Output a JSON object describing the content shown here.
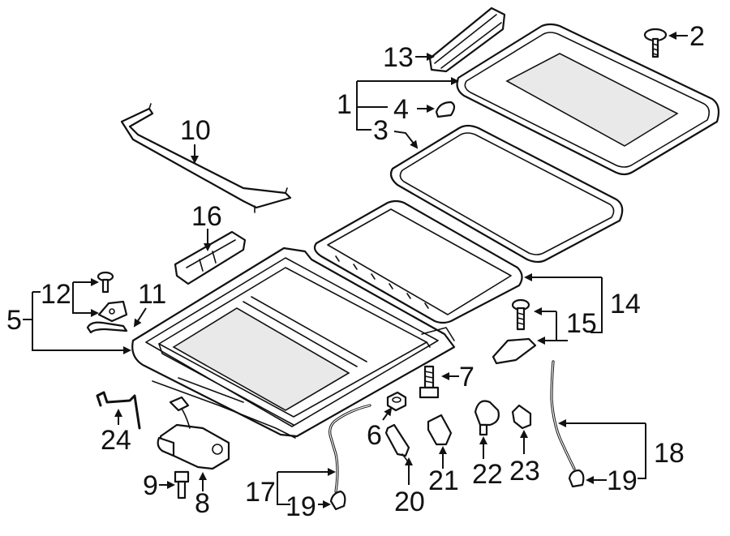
{
  "callouts": {
    "n1": "1",
    "n2": "2",
    "n3": "3",
    "n4": "4",
    "n5": "5",
    "n6": "6",
    "n7": "7",
    "n8": "8",
    "n9": "9",
    "n10": "10",
    "n11": "11",
    "n12": "12",
    "n13": "13",
    "n14": "14",
    "n15": "15",
    "n16": "16",
    "n17": "17",
    "n18": "18",
    "n19a": "19",
    "n19b": "19",
    "n20": "20",
    "n21": "21",
    "n22": "22",
    "n23": "23",
    "n24": "24"
  }
}
